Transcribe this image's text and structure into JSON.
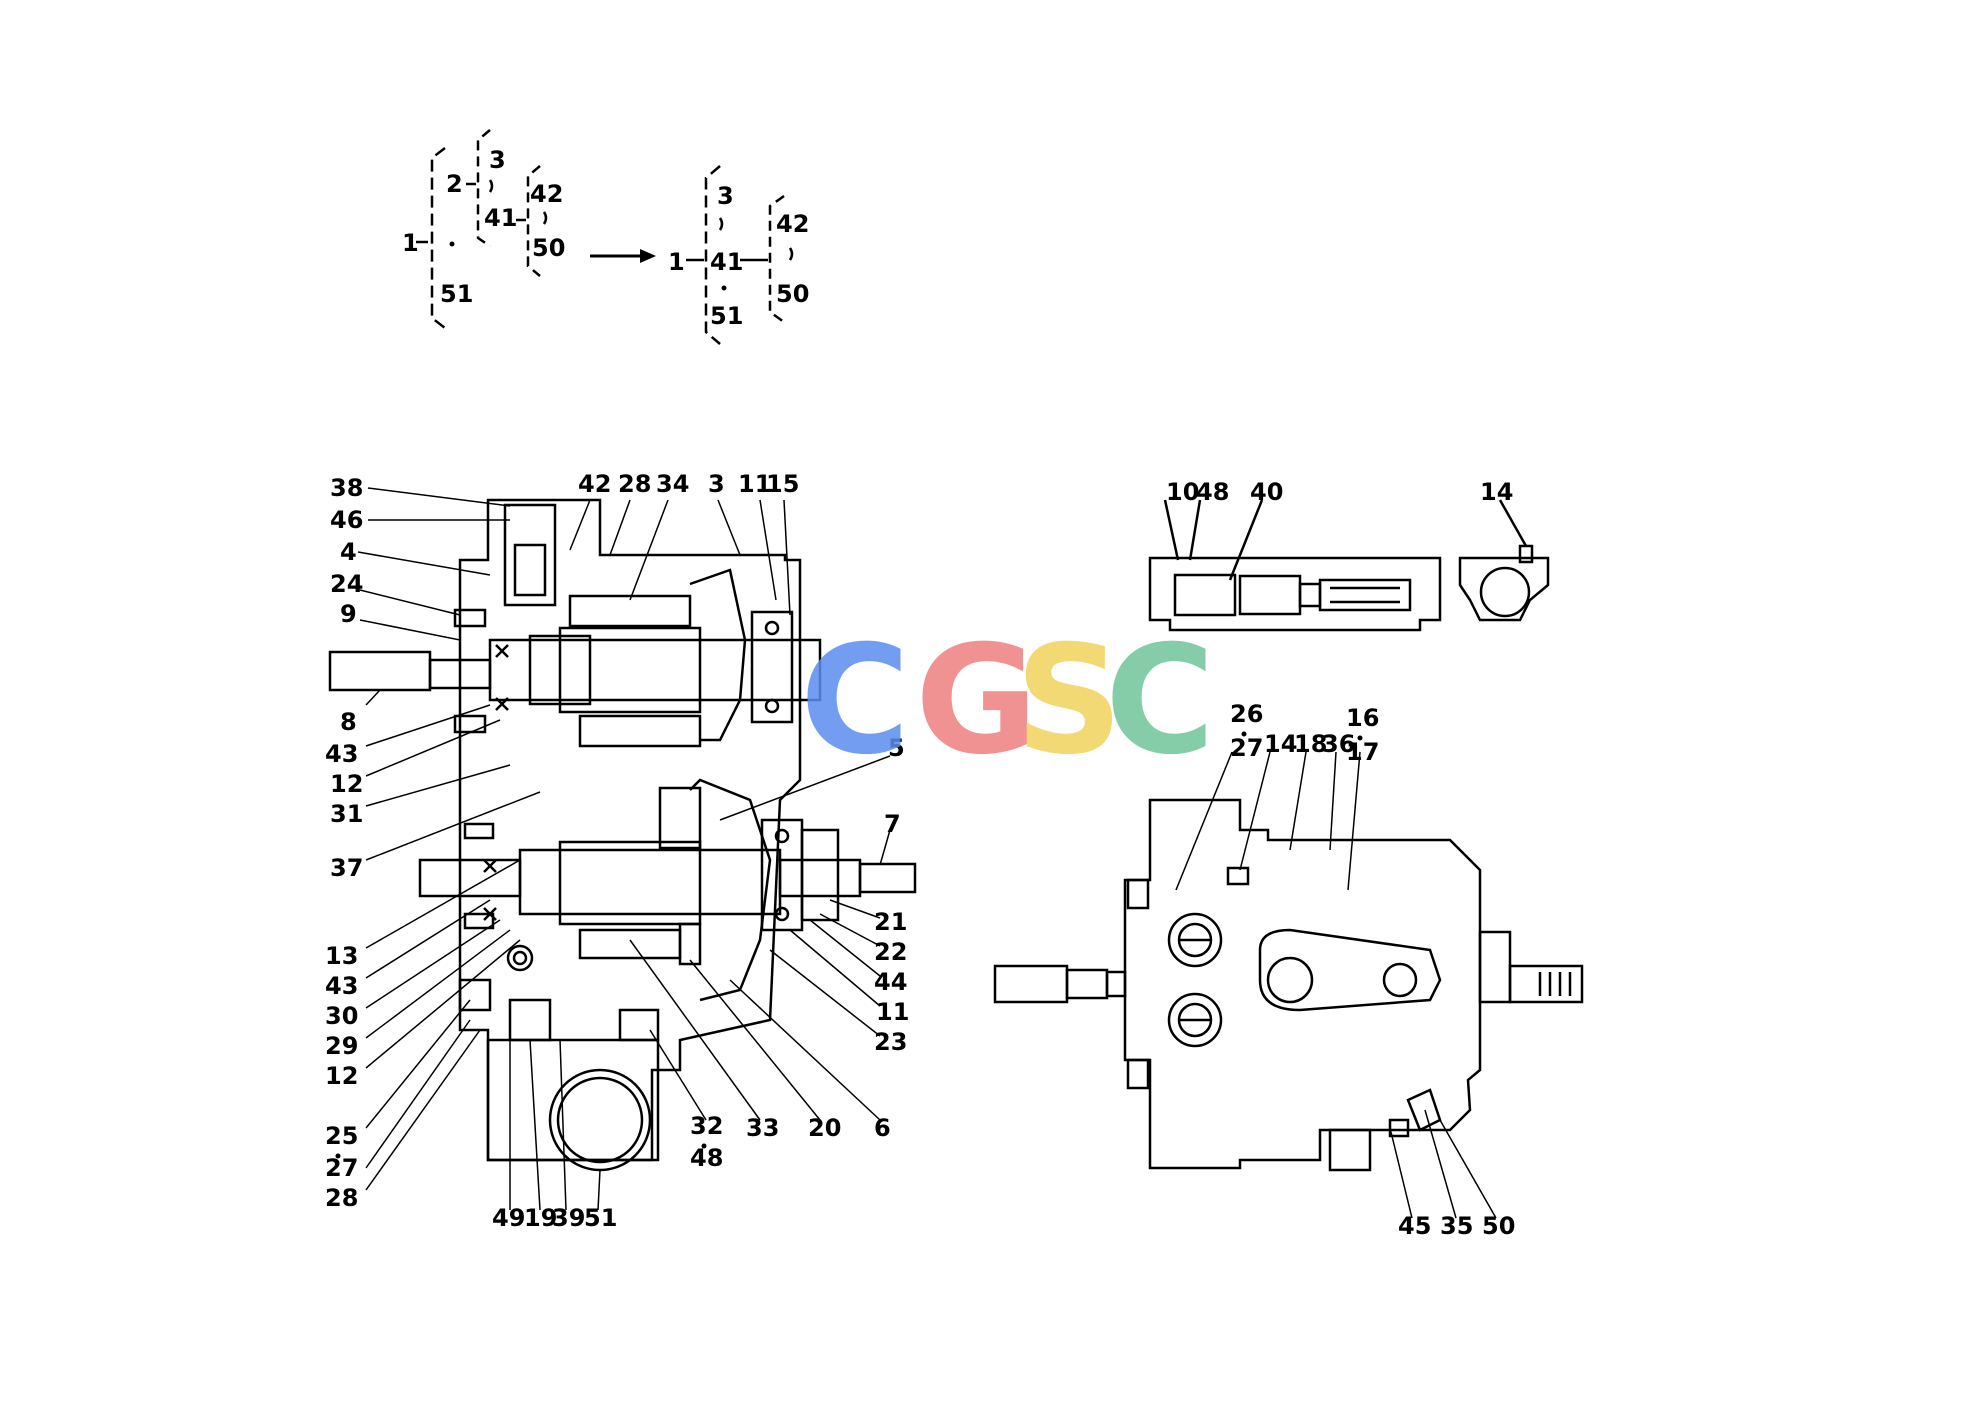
{
  "header_tree": {
    "before": {
      "root": "1",
      "child": "2",
      "g1_top": "3",
      "g1_bot": "41",
      "g2_top": "42",
      "g2_bot": "50",
      "last": "51"
    },
    "after": {
      "root": "1",
      "g1_top": "3",
      "g1_mid": "41",
      "g1_bot": "51",
      "g2_top": "42",
      "g2_bot": "50"
    }
  },
  "watermark": {
    "letters": [
      "C",
      "G",
      "S",
      "C"
    ],
    "colors": [
      "#5b8def",
      "#ef7f7f",
      "#f2d35c",
      "#6fc59a"
    ]
  },
  "labels": {
    "left": [
      "38",
      "46",
      "4",
      "24",
      "9",
      "8",
      "43",
      "12",
      "31",
      "37",
      "13",
      "43",
      "30",
      "29",
      "12",
      "25",
      "27",
      "28"
    ],
    "top": [
      "42",
      "28",
      "34",
      "3",
      "11",
      "15"
    ],
    "right": [
      "5",
      "7",
      "21",
      "22",
      "44",
      "11",
      "23"
    ],
    "bottom": [
      "49",
      "19",
      "39",
      "51",
      "32",
      "48",
      "33",
      "20",
      "6"
    ],
    "topright_section": [
      "10",
      "48",
      "40"
    ],
    "detail": "14",
    "side_view": [
      "26",
      "27",
      "14",
      "18",
      "36",
      "16",
      "17",
      "45",
      "35",
      "50"
    ]
  }
}
